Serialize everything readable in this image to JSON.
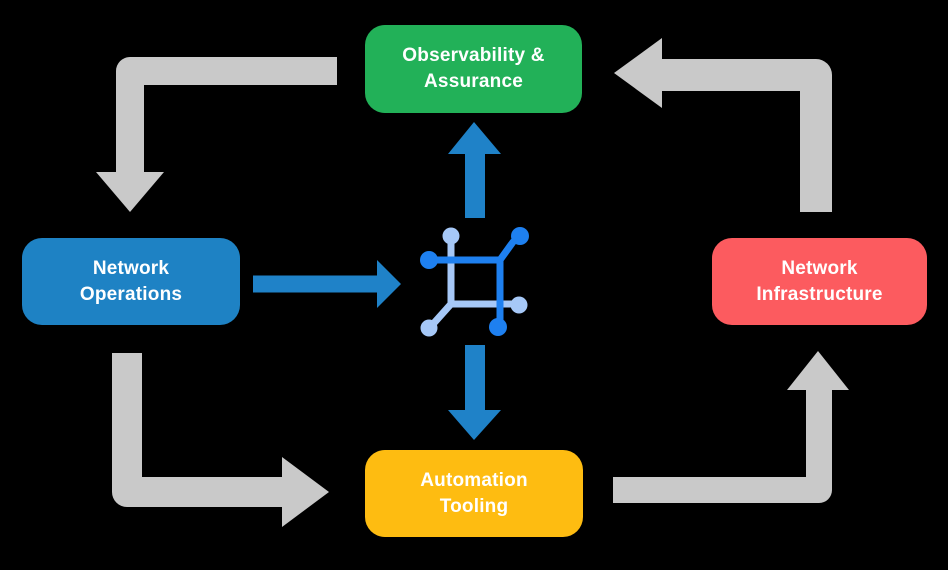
{
  "colors": {
    "bg": "#000000",
    "text": "#ffffff",
    "green": "#22B158",
    "blue": "#1E82C4",
    "red": "#FC5B5F",
    "yellow": "#FEBC11",
    "gray": "#C9C9C9",
    "arrowBlue": "#1F82C8",
    "iconDark": "#1E80F0",
    "iconLight": "#A6C8F7"
  },
  "nodes": {
    "observability": {
      "line1": "Observability &",
      "line2": "Assurance",
      "color": "#22B158"
    },
    "operations": {
      "line1": "Network",
      "line2": "Operations",
      "color": "#1E82C4"
    },
    "infrastructure": {
      "line1": "Network",
      "line2": "Infrastructure",
      "color": "#FC5B5F"
    },
    "automation": {
      "line1": "Automation",
      "line2": "Tooling",
      "color": "#FEBC11"
    }
  },
  "center_icon": "network-platform-icon",
  "edges": [
    {
      "from": "observability",
      "to": "operations",
      "style": "gray-elbow"
    },
    {
      "from": "operations",
      "to": "automation",
      "style": "gray-elbow"
    },
    {
      "from": "automation",
      "to": "infrastructure",
      "style": "gray-elbow"
    },
    {
      "from": "infrastructure",
      "to": "observability",
      "style": "gray-elbow"
    },
    {
      "from": "operations",
      "to": "center-icon",
      "style": "blue-straight"
    },
    {
      "from": "center-icon",
      "to": "observability",
      "style": "blue-straight"
    },
    {
      "from": "center-icon",
      "to": "automation",
      "style": "blue-straight"
    }
  ]
}
